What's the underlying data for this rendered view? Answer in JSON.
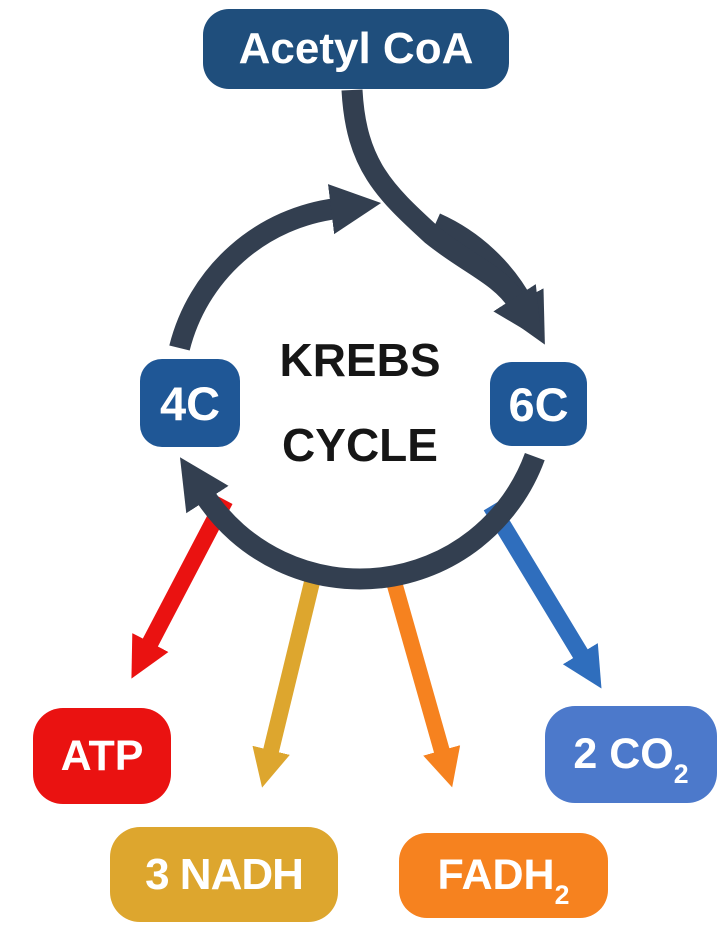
{
  "diagram": {
    "center_label": {
      "line1": "KREBS",
      "line2": "CYCLE"
    },
    "nodes": {
      "acetyl_coa": {
        "label": "Acetyl CoA"
      },
      "c4": {
        "label": "4C"
      },
      "c6": {
        "label": "6C"
      },
      "atp": {
        "label": "ATP"
      },
      "nadh": {
        "label": "3 NADH"
      },
      "fadh2": {
        "base": "FADH",
        "subscript": "2"
      },
      "co2": {
        "base": "2 CO",
        "subscript": "2"
      }
    },
    "colors": {
      "dark_arrow": "#333F50",
      "acetyl_box": "#1F4E7C",
      "carbon_box": "#1F5796",
      "red": "#EA1211",
      "gold": "#DDA62E",
      "orange": "#F6821F",
      "blue_arrow": "#2F6EBD",
      "co2_box": "#4C79CB",
      "text_light": "#FFFFFF",
      "text_dark": "#161616",
      "background": "#FFFFFF"
    }
  }
}
